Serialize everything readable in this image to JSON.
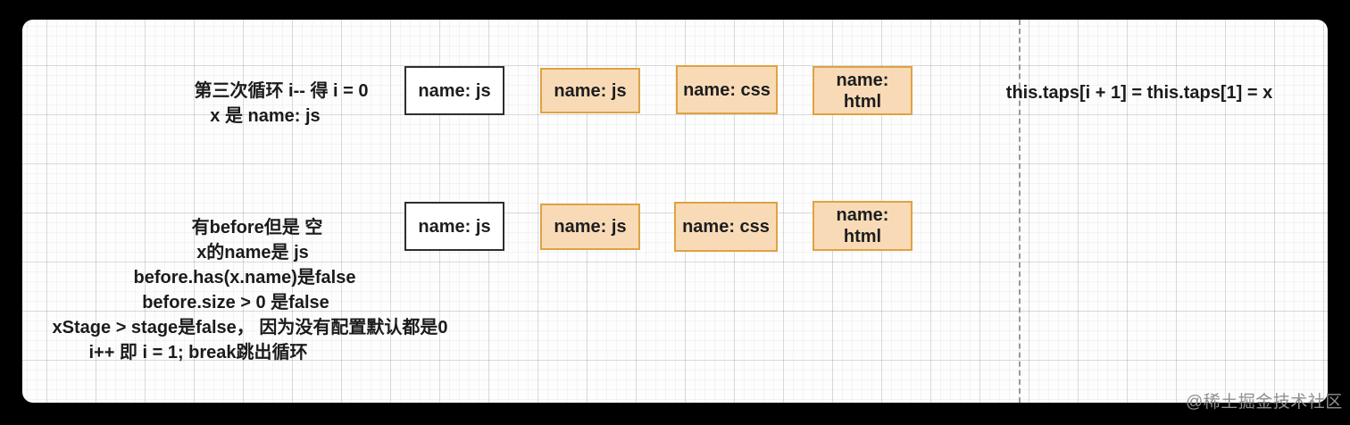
{
  "colors": {
    "background": "#000000",
    "canvas_bg": "#fdfdfd",
    "grid_major": "#e2e2e2",
    "grid_minor": "#f3f3f3",
    "orange_fill": "#f8dbb6",
    "orange_border": "#dfa244",
    "white_box_border": "#2e2e2e",
    "text": "#1b1b1b",
    "watermark_gray": "#8f8f8f",
    "dashed_line_gray": "#787878"
  },
  "row1": {
    "annotation": {
      "lines": [
        "第三次循环 i-- 得 i = 0",
        "x 是 name: js"
      ]
    },
    "boxes": [
      {
        "label": "name: js",
        "variant": "white"
      },
      {
        "label": "name: js",
        "variant": "orange"
      },
      {
        "label": "name: css",
        "variant": "orange"
      },
      {
        "label": "name:\nhtml",
        "variant": "orange"
      }
    ],
    "expression": "this.taps[i + 1] = this.taps[1] = x"
  },
  "row2": {
    "annotation": {
      "lines": [
        "有before但是 空",
        "x的name是 js",
        "before.has(x.name)是false",
        "before.size > 0 是false",
        "xStage > stage是false， 因为没有配置默认都是0",
        "i++ 即 i = 1; break跳出循环"
      ]
    },
    "boxes": [
      {
        "label": "name: js",
        "variant": "white"
      },
      {
        "label": "name: js",
        "variant": "orange"
      },
      {
        "label": "name: css",
        "variant": "orange"
      },
      {
        "label": "name:\nhtml",
        "variant": "orange"
      }
    ]
  },
  "watermark": "@稀土掘金技术社区"
}
